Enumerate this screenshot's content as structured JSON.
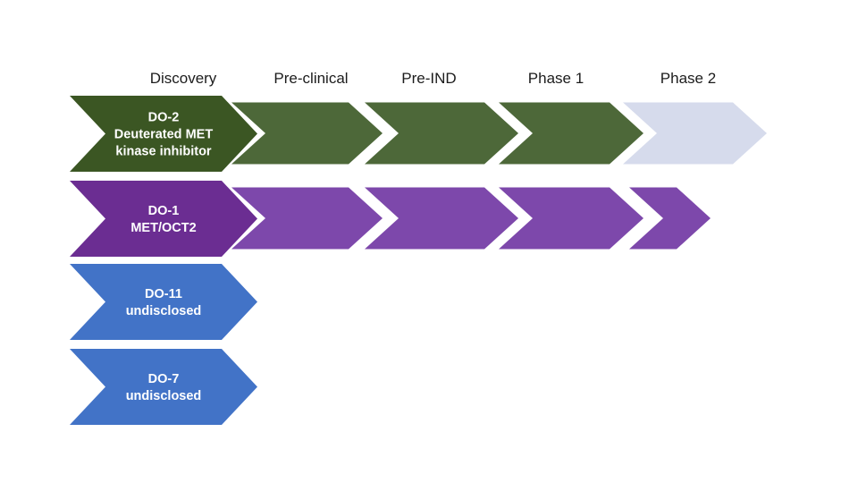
{
  "diagram": {
    "type": "drug-development-pipeline",
    "background_color": "#ffffff",
    "header_text_color": "#1c1c1c",
    "chevron_label_color": "#ffffff",
    "columns": [
      {
        "label": "Discovery"
      },
      {
        "label": "Pre-clinical"
      },
      {
        "label": "Pre-IND"
      },
      {
        "label": "Phase 1"
      },
      {
        "label": "Phase 2"
      }
    ],
    "palette": {
      "green_dark": "#3B5623",
      "green": "#4D6839",
      "purple_dark": "#6B2D92",
      "purple": "#7D48AB",
      "blue": "#4273C7",
      "lavender_planned": "#D6DBEC"
    },
    "rows": [
      {
        "id": "DO-2",
        "label_lines": [
          "DO-2",
          "Deuterated MET",
          "kinase inhibitor"
        ],
        "segments": [
          {
            "phase": "Discovery",
            "color": "#3B5623"
          },
          {
            "phase": "Pre-clinical",
            "color": "#4D6839"
          },
          {
            "phase": "Pre-IND",
            "color": "#4D6839"
          },
          {
            "phase": "Phase 1",
            "color": "#4D6839"
          },
          {
            "phase": "Phase 2",
            "color": "#D6DBEC"
          }
        ]
      },
      {
        "id": "DO-1",
        "label_lines": [
          "DO-1",
          "MET/OCT2"
        ],
        "segments": [
          {
            "phase": "Discovery",
            "color": "#6B2D92"
          },
          {
            "phase": "Pre-clinical",
            "color": "#7D48AB"
          },
          {
            "phase": "Pre-IND",
            "color": "#7D48AB"
          },
          {
            "phase": "Phase 1",
            "color": "#7D48AB"
          },
          {
            "phase": "Phase 2",
            "color": "#7D48AB",
            "variant": "short"
          }
        ]
      },
      {
        "id": "DO-11",
        "label_lines": [
          "DO-11",
          "undisclosed"
        ],
        "segments": [
          {
            "phase": "Discovery",
            "color": "#4273C7"
          }
        ]
      },
      {
        "id": "DO-7",
        "label_lines": [
          "DO-7",
          "undisclosed"
        ],
        "segments": [
          {
            "phase": "Discovery",
            "color": "#4273C7"
          }
        ]
      }
    ]
  }
}
